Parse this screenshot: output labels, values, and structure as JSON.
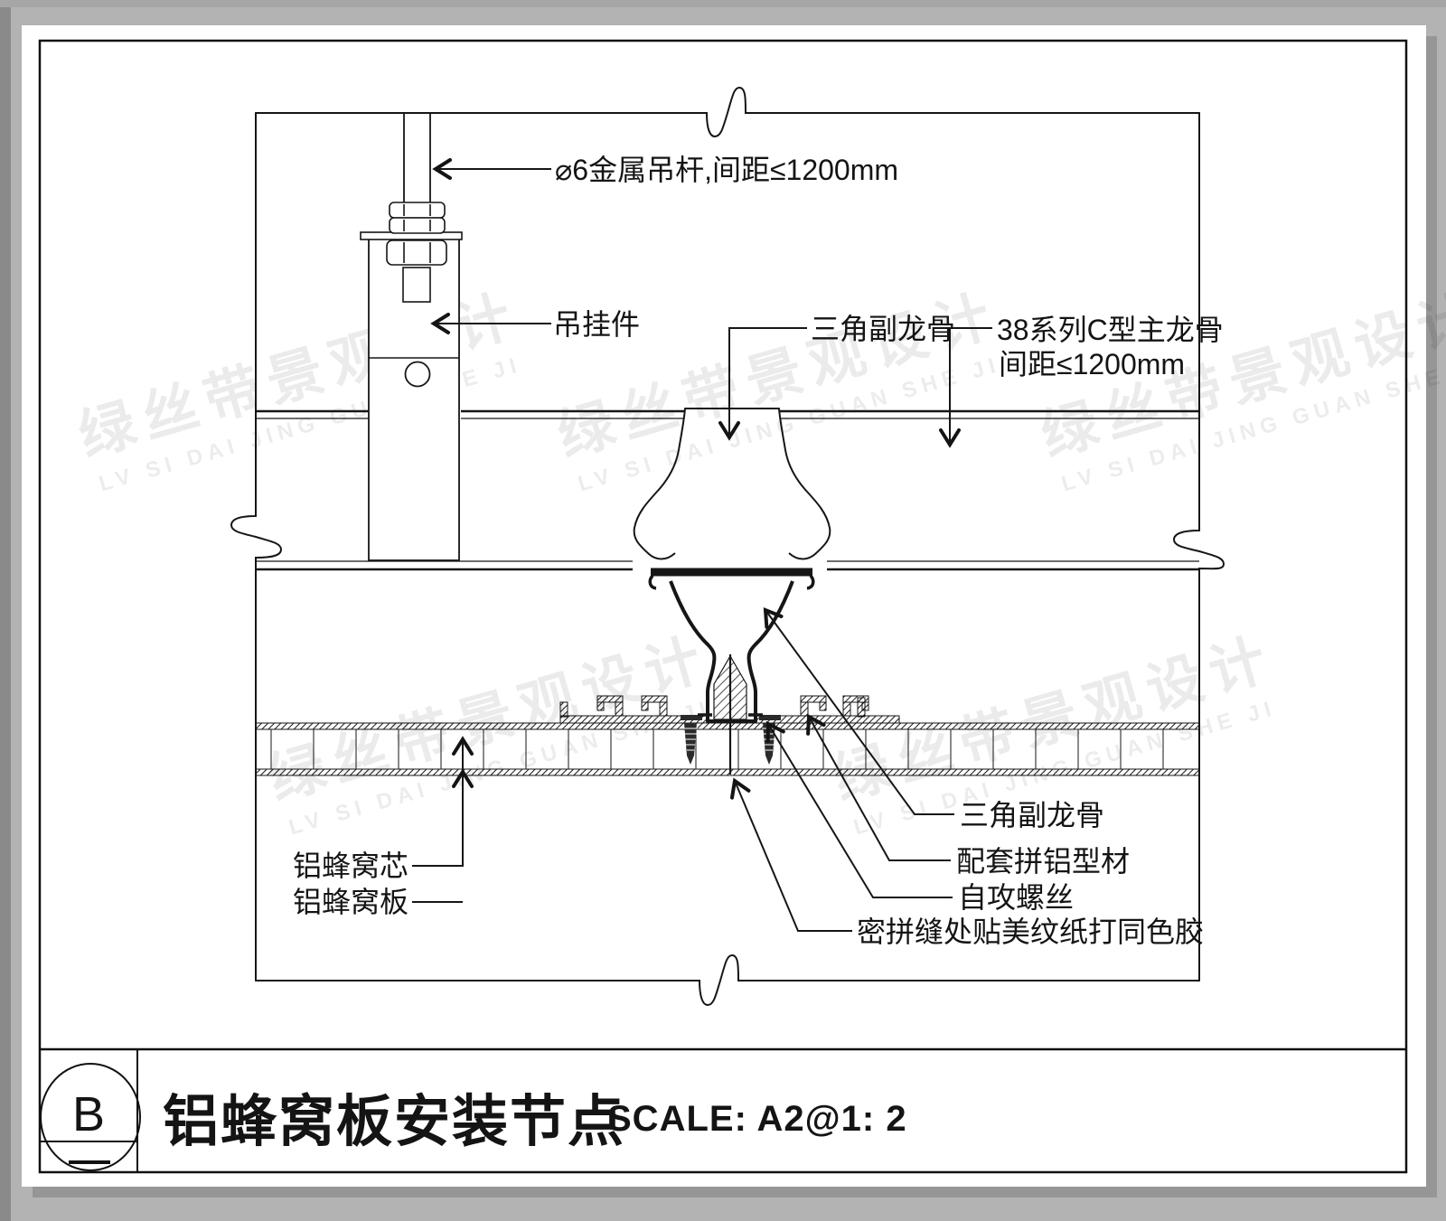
{
  "sheet": {
    "background": "#b3b3b3",
    "paper": "#ffffff",
    "line_color": "#161616"
  },
  "watermark": {
    "cn": "绿丝带景观设计",
    "en": "LV SI DAI JING GUAN SHE JI"
  },
  "callouts": {
    "hanger_rod": "⌀6金属吊杆,间距≤1200mm",
    "hanger_clip": "吊挂件",
    "triangle_keel_top": "三角副龙骨",
    "main_keel_line1": "38系列C型主龙骨",
    "main_keel_line2": "间距≤1200mm",
    "honeycomb_core": "铝蜂窝芯",
    "honeycomb_panel": "铝蜂窝板",
    "triangle_keel_bottom": "三角副龙骨",
    "joint_profile": "配套拼铝型材",
    "screw": "自攻螺丝",
    "seam_note": "密拼缝处贴美纹纸打同色胶"
  },
  "title_block": {
    "bubble_letter": "B",
    "drawing_title": "铝蜂窝板安装节点",
    "scale_label": "SCALE: A2@1: 2"
  }
}
